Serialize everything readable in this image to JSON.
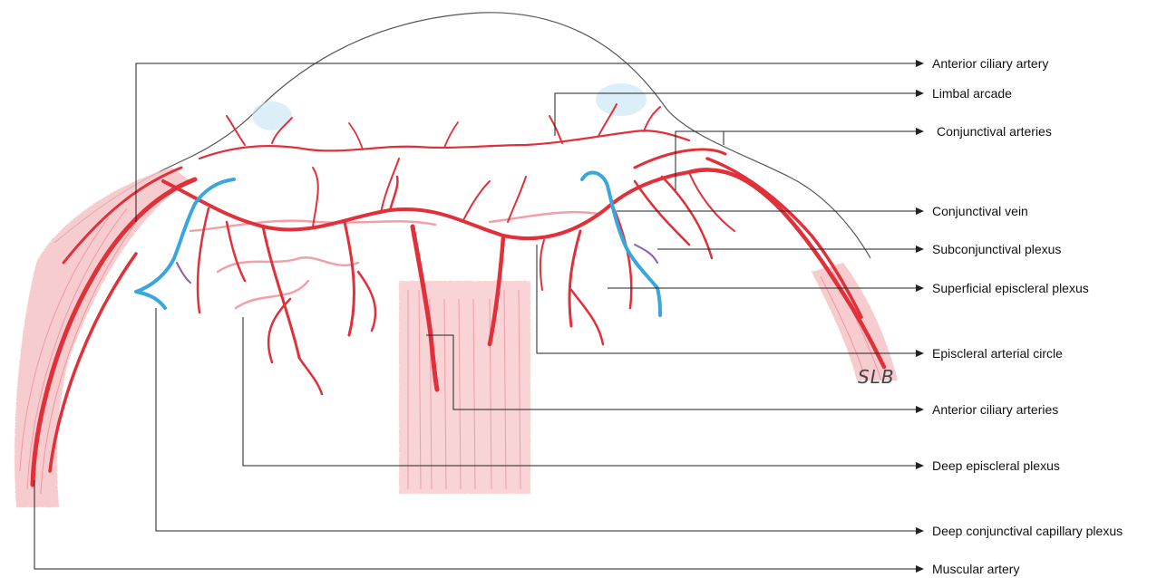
{
  "labels": [
    {
      "id": "anterior-ciliary-artery",
      "text": "Anterior ciliary artery"
    },
    {
      "id": "limbal-arcade",
      "text": "Limbal arcade"
    },
    {
      "id": "conjunctival-arteries",
      "text": "Conjunctival arteries"
    },
    {
      "id": "conjunctival-vein",
      "text": "Conjunctival vein"
    },
    {
      "id": "subconjunctival-plexus",
      "text": "Subconjunctival plexus"
    },
    {
      "id": "superficial-episcleral-plexus",
      "text": "Superficial episcleral plexus"
    },
    {
      "id": "episcleral-arterial-circle",
      "text": "Episcleral arterial circle"
    },
    {
      "id": "anterior-ciliary-arteries",
      "text": "Anterior ciliary arteries"
    },
    {
      "id": "deep-episcleral-plexus",
      "text": "Deep episcleral plexus"
    },
    {
      "id": "deep-conjunctival-capillary-plexus",
      "text": "Deep conjunctival capillary plexus"
    },
    {
      "id": "muscular-artery",
      "text": "Muscular artery"
    }
  ],
  "signature": "SLB",
  "colors": {
    "artery": "#e0303a",
    "artery_light": "#f2a0a6",
    "vein": "#3aa6de",
    "cornea_tint": "#bfe0f0",
    "leader": "#222222"
  }
}
